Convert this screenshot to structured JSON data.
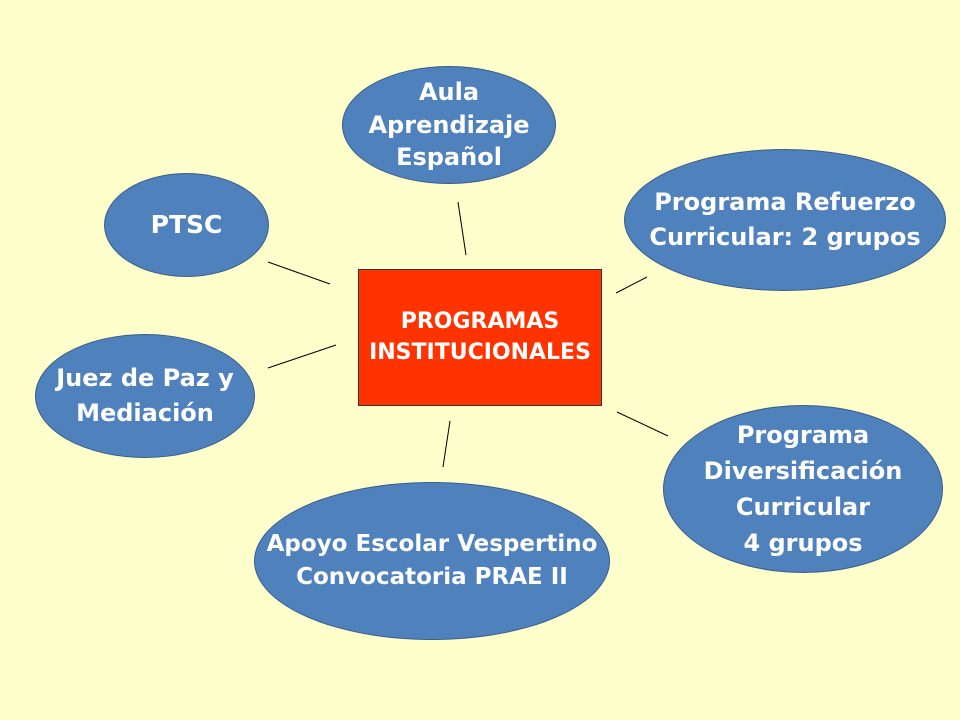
{
  "colors": {
    "background": "#ffffcc",
    "node_fill": "#4f81bd",
    "node_border": "#385d8a",
    "center_fill": "#ff3300",
    "text": "#ffffff",
    "connector": "#000000"
  },
  "center": {
    "line1": "PROGRAMAS",
    "line2": "INSTITUCIONALES"
  },
  "nodes": {
    "aula": {
      "lines": [
        "Aula",
        "Aprendizaje",
        "Español"
      ]
    },
    "ptsc": {
      "lines": [
        "PTSC"
      ]
    },
    "refuerzo": {
      "lines": [
        "Programa Refuerzo",
        "Curricular: 2 grupos"
      ]
    },
    "juez": {
      "lines": [
        "Juez de Paz y",
        "Mediación"
      ]
    },
    "diversificacion": {
      "lines": [
        "Programa",
        "Diversificación",
        "Curricular",
        "4 grupos"
      ]
    },
    "apoyo": {
      "lines": [
        "Apoyo Escolar Vespertino",
        "Convocatoria PRAE II"
      ]
    }
  }
}
